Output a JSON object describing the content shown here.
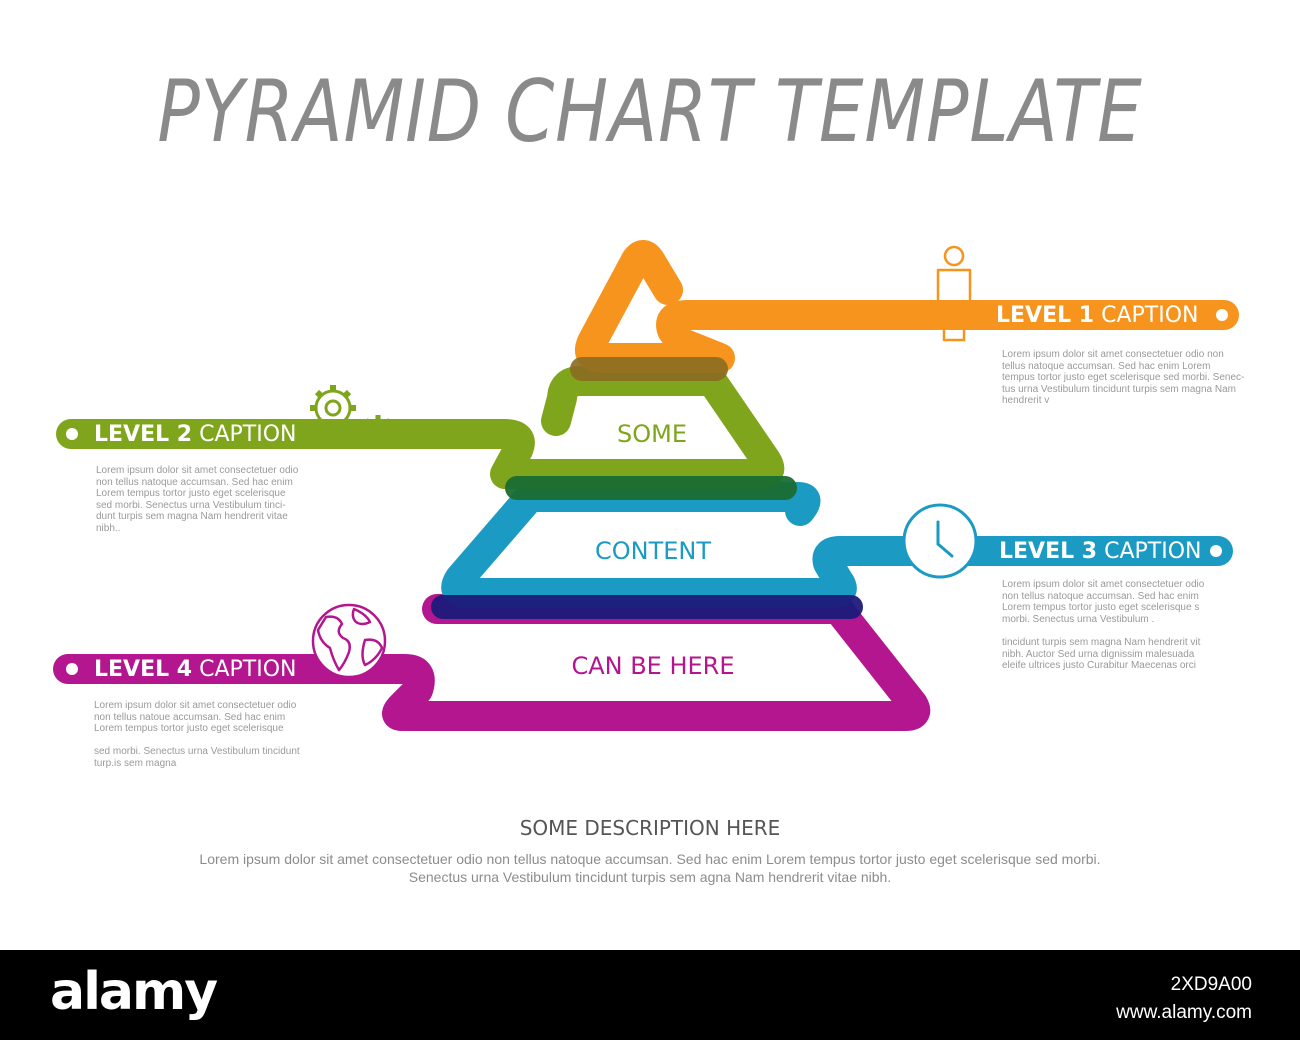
{
  "title": "PYRAMID CHART TEMPLATE",
  "colors": {
    "orange": "#f7941d",
    "green": "#7fa51c",
    "blue": "#1b9bc3",
    "magenta": "#b3168e",
    "text_grey": "#8a8a8a"
  },
  "levels": [
    {
      "number": "LEVEL 1",
      "caption": "CAPTION",
      "icon": "person-icon",
      "text": [
        "Lorem ipsum dolor sit amet consectetuer odio non",
        "tellus natoque accumsan. Sed hac enim Lorem",
        "tempus tortor justo eget scelerisque sed morbi. Senec-",
        "tus urna Vestibulum tincidunt turpis sem magna Nam",
        "hendrerit v"
      ]
    },
    {
      "number": "LEVEL 2",
      "caption": "CAPTION",
      "icon": "gears-icon",
      "text": [
        "Lorem ipsum dolor sit amet consectetuer odio",
        "non tellus natoque accumsan. Sed hac enim",
        "Lorem tempus tortor justo eget scelerisque",
        "sed morbi. Senectus urna Vestibulum tinci-",
        "dunt turpis sem magna Nam hendrerit vitae",
        "nibh.."
      ]
    },
    {
      "number": "LEVEL 3",
      "caption": "CAPTION",
      "icon": "clock-icon",
      "text": [
        "Lorem ipsum dolor sit amet consectetuer odio",
        "non tellus natoque accumsan. Sed hac enim",
        "Lorem tempus tortor justo eget scelerisque s",
        "morbi. Senectus urna Vestibulum .",
        "",
        "tincidunt turpis sem magna Nam hendrerit vit",
        "nibh. Auctor Sed urna dignissim malesuada",
        "eleife ultrices justo Curabitur Maecenas orci"
      ]
    },
    {
      "number": "LEVEL 4",
      "caption": "CAPTION",
      "icon": "globe-icon",
      "text": [
        "Lorem ipsum dolor sit amet consectetuer odio",
        "non tellus natoue accumsan. Sed hac enim",
        "Lorem tempus tortor justo eget scelerisque",
        "",
        "sed morbi. Senectus urna Vestibulum tincidunt",
        "turp.is sem magna"
      ]
    }
  ],
  "pyramid": {
    "tiers": [
      "SOME",
      "CONTENT",
      "CAN BE HERE"
    ]
  },
  "description": {
    "title": "SOME DESCRIPTION HERE",
    "text": [
      "Lorem ipsum dolor sit amet consectetuer odio non tellus natoque accumsan. Sed hac enim Lorem tempus tortor justo eget scelerisque sed morbi.",
      "Senectus urna Vestibulum tincidunt turpis sem agna Nam hendrerit vitae nibh."
    ]
  },
  "footer": {
    "logo": "alamy",
    "image_id": "2XD9A00",
    "site": "www.alamy.com"
  }
}
